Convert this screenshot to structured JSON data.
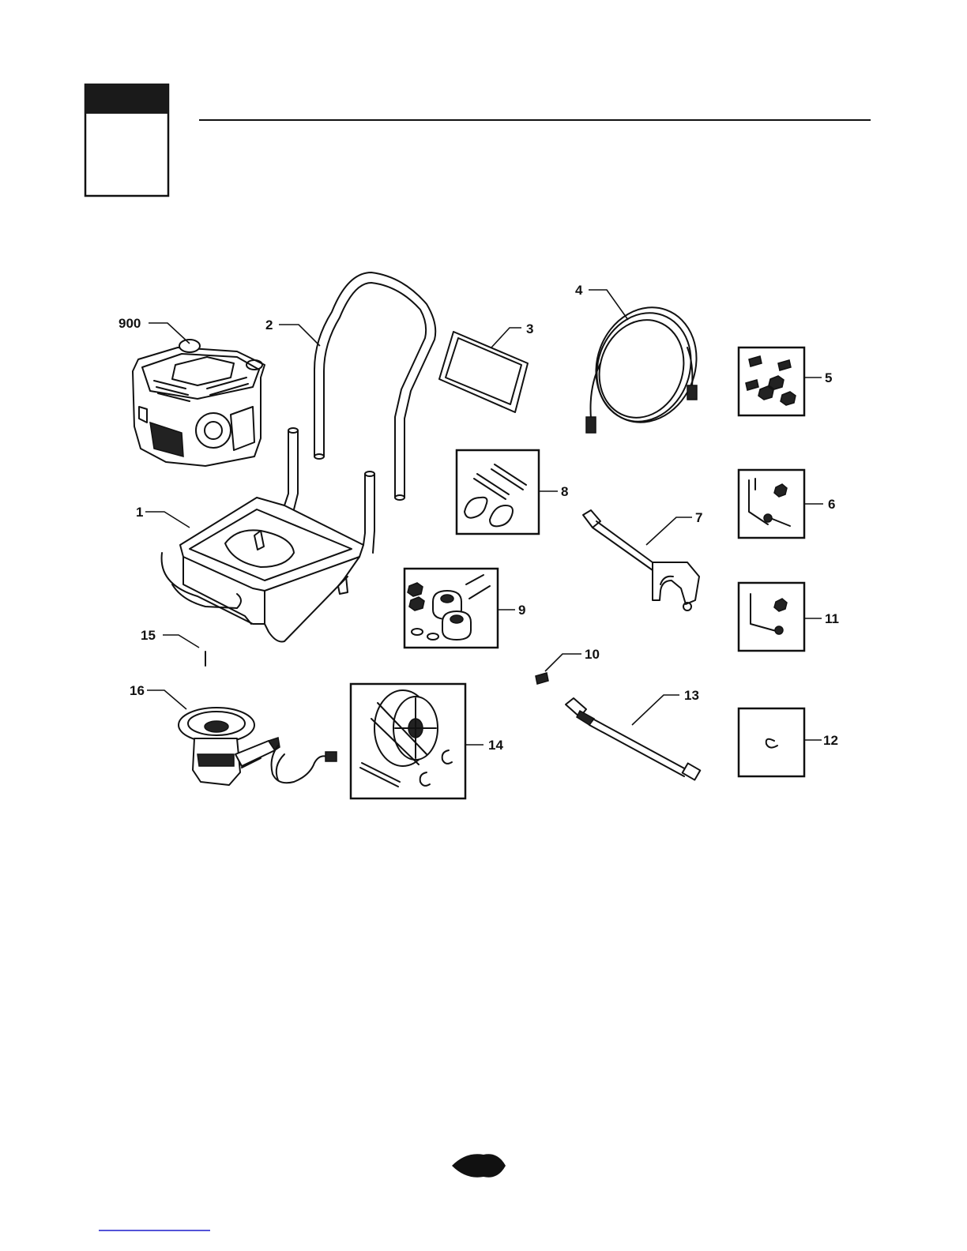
{
  "colors": {
    "ink": "#111111",
    "paper": "#ffffff",
    "footer_link": "#1a1acc"
  },
  "parts": [
    {
      "label": "900"
    },
    {
      "label": "1"
    },
    {
      "label": "2"
    },
    {
      "label": "3"
    },
    {
      "label": "4"
    },
    {
      "label": "5"
    },
    {
      "label": "6"
    },
    {
      "label": "7"
    },
    {
      "label": "8"
    },
    {
      "label": "9"
    },
    {
      "label": "10"
    },
    {
      "label": "11"
    },
    {
      "label": "12"
    },
    {
      "label": "13"
    },
    {
      "label": "14"
    },
    {
      "label": "15"
    },
    {
      "label": "16"
    }
  ]
}
